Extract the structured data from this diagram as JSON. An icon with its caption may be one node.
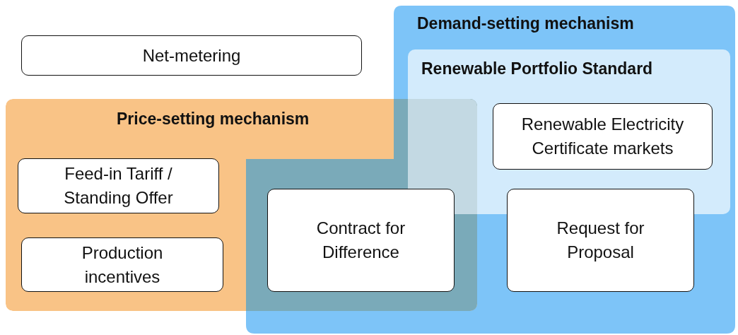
{
  "diagram": {
    "nodes": [
      {
        "text": [
          "Net-metering"
        ]
      },
      {
        "text": [
          "Demand-setting mechanism"
        ]
      },
      {
        "text": [
          "Renewable Portfolio Standard"
        ],
        "in": 1
      },
      {
        "text": [
          "Price-setting mechanism"
        ]
      },
      {
        "text": [
          "Renewable Electricity Certificate markets"
        ],
        "in": 2
      },
      {
        "text": [
          "Feed-in Tariff / Standing Offer"
        ],
        "in": 3
      },
      {
        "text": [
          "Contract for Difference"
        ]
      },
      {
        "text": [
          "Production incentives"
        ],
        "in": 3
      },
      {
        "text": [
          "Request for Proposal"
        ],
        "in": 1
      }
    ]
  }
}
